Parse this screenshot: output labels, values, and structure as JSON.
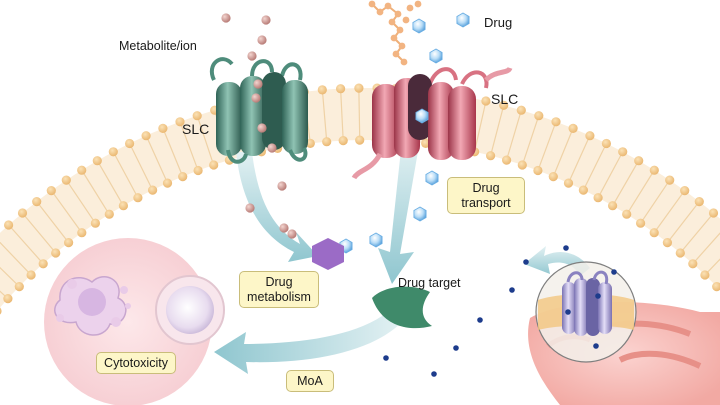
{
  "labels": {
    "metabolite_ion": "Metabolite/ion",
    "drug": "Drug",
    "slc_left": "SLC",
    "slc_right": "SLC",
    "drug_target": "Drug target"
  },
  "boxes": {
    "drug_transport_line1": "Drug",
    "drug_transport_line2": "transport",
    "drug_metabolism_line1": "Drug",
    "drug_metabolism_line2": "metabolism",
    "cytotoxicity": "Cytotoxicity",
    "moa": "MoA"
  },
  "colors": {
    "lipid_head": "#f3c98a",
    "lipid_tail": "#f7e3c0",
    "slc_left": "#3f7d6e",
    "slc_right": "#c2505f",
    "arrow": "#a9d3d9",
    "drug_crystal": "#8fc4ee",
    "metabolite": "#c8928c",
    "metabolism_enzyme": "#9b6bc6",
    "drug_target": "#3f8a6a",
    "box_fill": "#fdf6c8",
    "cell_bg": "#f9dadd",
    "dots": "#1d3c8c"
  }
}
